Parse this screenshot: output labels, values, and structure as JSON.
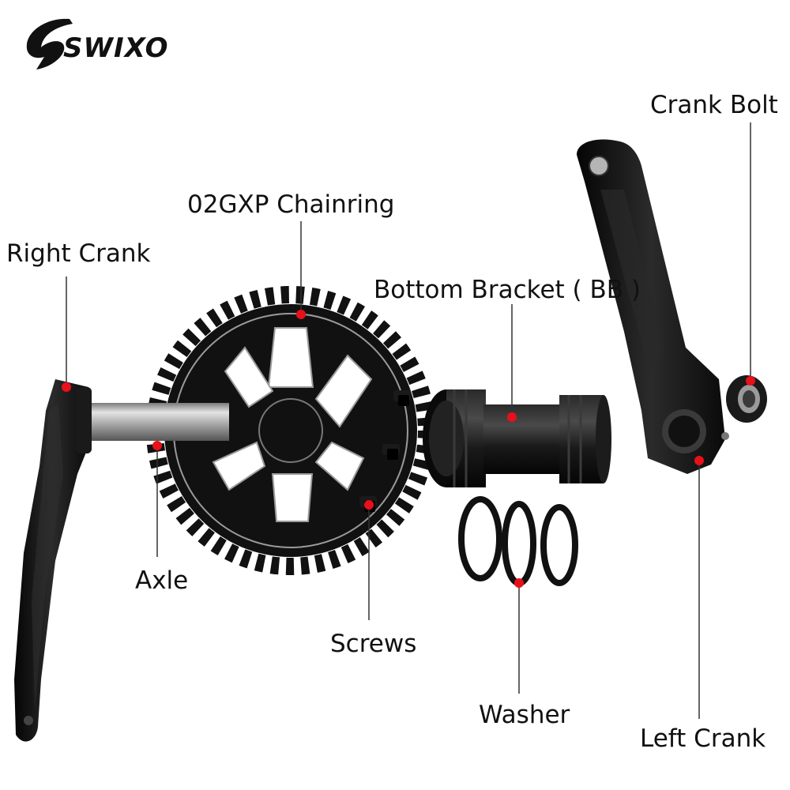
{
  "brand": {
    "logo_text": "SWIXO"
  },
  "labels": {
    "right_crank": "Right Crank",
    "chainring": "02GXP Chainring",
    "bottom_bracket": "Bottom Bracket ( BB )",
    "crank_bolt": "Crank Bolt",
    "axle": "Axle",
    "screws": "Screws",
    "washer": "Washer",
    "left_crank": "Left Crank"
  },
  "colors": {
    "marker": "#e8101a",
    "leader": "#333333",
    "part_black": "#111111",
    "part_silver": "#b9b9b9"
  }
}
